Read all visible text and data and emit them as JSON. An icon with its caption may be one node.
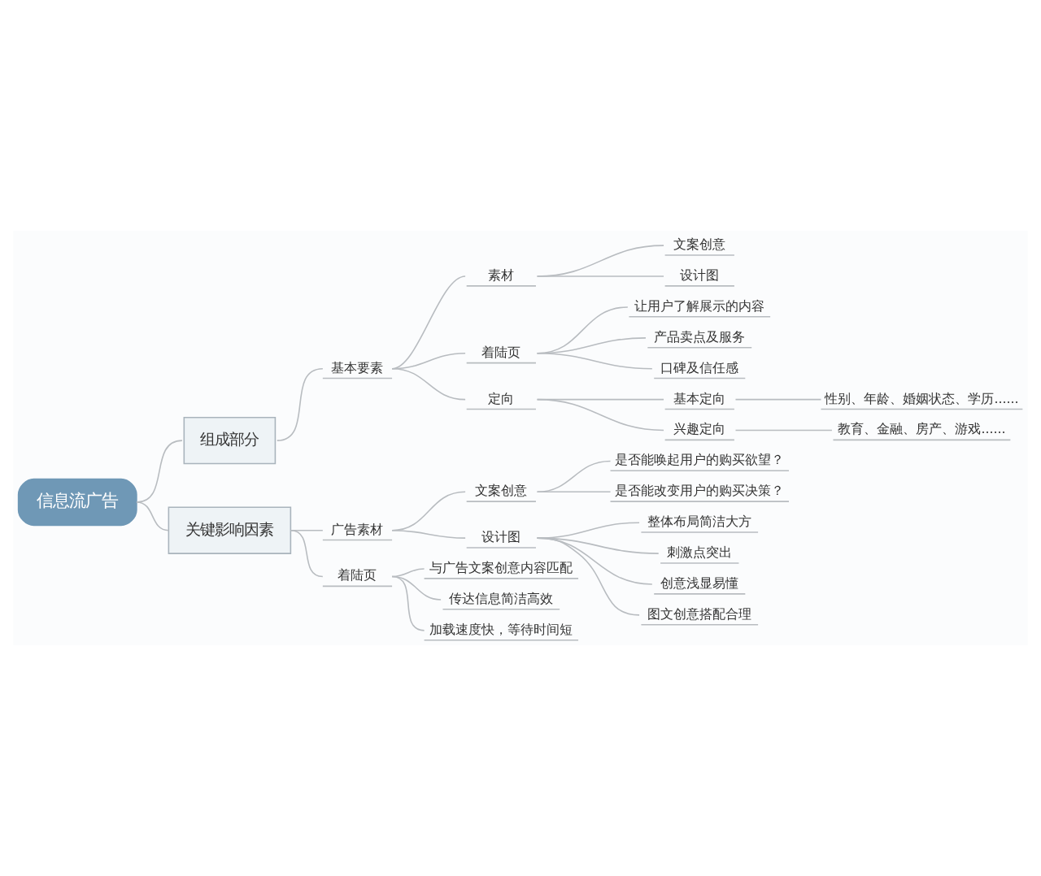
{
  "diagram": {
    "nodes": [
      {
        "text": [
          "信息流广告"
        ]
      },
      {
        "text": [
          "组成部分"
        ]
      },
      {
        "text": [
          "基本要素"
        ]
      },
      {
        "text": [
          "素材"
        ]
      },
      {
        "text": [
          "文案创意"
        ]
      },
      {
        "text": [
          "设计图"
        ]
      },
      {
        "text": [
          "着陆页"
        ]
      },
      {
        "text": [
          "让用户了解展示的内容"
        ]
      },
      {
        "text": [
          "产品卖点及服务"
        ]
      },
      {
        "text": [
          "口碑及信任感"
        ]
      },
      {
        "text": [
          "定向"
        ]
      },
      {
        "text": [
          "基本定向"
        ]
      },
      {
        "text": [
          "性别、年龄、婚姻状态、学历......"
        ]
      },
      {
        "text": [
          "兴趣定向"
        ]
      },
      {
        "text": [
          "教育、金融、房产、游戏......"
        ]
      },
      {
        "text": [
          "关键影响因素"
        ]
      },
      {
        "text": [
          "广告素材"
        ]
      },
      {
        "text": [
          "文案创意"
        ]
      },
      {
        "text": [
          "是否能唤起用户的购买欲望？"
        ]
      },
      {
        "text": [
          "是否能改变用户的购买决策？"
        ]
      },
      {
        "text": [
          "设计图"
        ]
      },
      {
        "text": [
          "整体布局简洁大方"
        ]
      },
      {
        "text": [
          "刺激点突出"
        ]
      },
      {
        "text": [
          "创意浅显易懂"
        ]
      },
      {
        "text": [
          "图文创意搭配合理"
        ]
      },
      {
        "text": [
          "着陆页"
        ]
      },
      {
        "text": [
          "与广告文案创意内容匹配"
        ]
      },
      {
        "text": [
          "传达信息简洁高效"
        ]
      },
      {
        "text": [
          "加载速度快，等待时间短"
        ]
      }
    ],
    "edges": [
      {
        "from": 0,
        "to": 1,
        "arrow": "none"
      },
      {
        "from": 0,
        "to": 15,
        "arrow": "none"
      },
      {
        "from": 1,
        "to": 2,
        "arrow": "none"
      },
      {
        "from": 2,
        "to": 3,
        "arrow": "none"
      },
      {
        "from": 2,
        "to": 6,
        "arrow": "none"
      },
      {
        "from": 2,
        "to": 10,
        "arrow": "none"
      },
      {
        "from": 3,
        "to": 4,
        "arrow": "none"
      },
      {
        "from": 3,
        "to": 5,
        "arrow": "none"
      },
      {
        "from": 6,
        "to": 7,
        "arrow": "none"
      },
      {
        "from": 6,
        "to": 8,
        "arrow": "none"
      },
      {
        "from": 6,
        "to": 9,
        "arrow": "none"
      },
      {
        "from": 10,
        "to": 11,
        "arrow": "none"
      },
      {
        "from": 10,
        "to": 13,
        "arrow": "none"
      },
      {
        "from": 11,
        "to": 12,
        "arrow": "none"
      },
      {
        "from": 13,
        "to": 14,
        "arrow": "none"
      },
      {
        "from": 15,
        "to": 16,
        "arrow": "none"
      },
      {
        "from": 15,
        "to": 25,
        "arrow": "none"
      },
      {
        "from": 16,
        "to": 17,
        "arrow": "none"
      },
      {
        "from": 16,
        "to": 20,
        "arrow": "none"
      },
      {
        "from": 17,
        "to": 18,
        "arrow": "none"
      },
      {
        "from": 17,
        "to": 19,
        "arrow": "none"
      },
      {
        "from": 20,
        "to": 21,
        "arrow": "none"
      },
      {
        "from": 20,
        "to": 22,
        "arrow": "none"
      },
      {
        "from": 20,
        "to": 23,
        "arrow": "none"
      },
      {
        "from": 20,
        "to": 24,
        "arrow": "none"
      },
      {
        "from": 25,
        "to": 26,
        "arrow": "none"
      },
      {
        "from": 25,
        "to": 27,
        "arrow": "none"
      },
      {
        "from": 25,
        "to": 28,
        "arrow": "none"
      }
    ]
  }
}
